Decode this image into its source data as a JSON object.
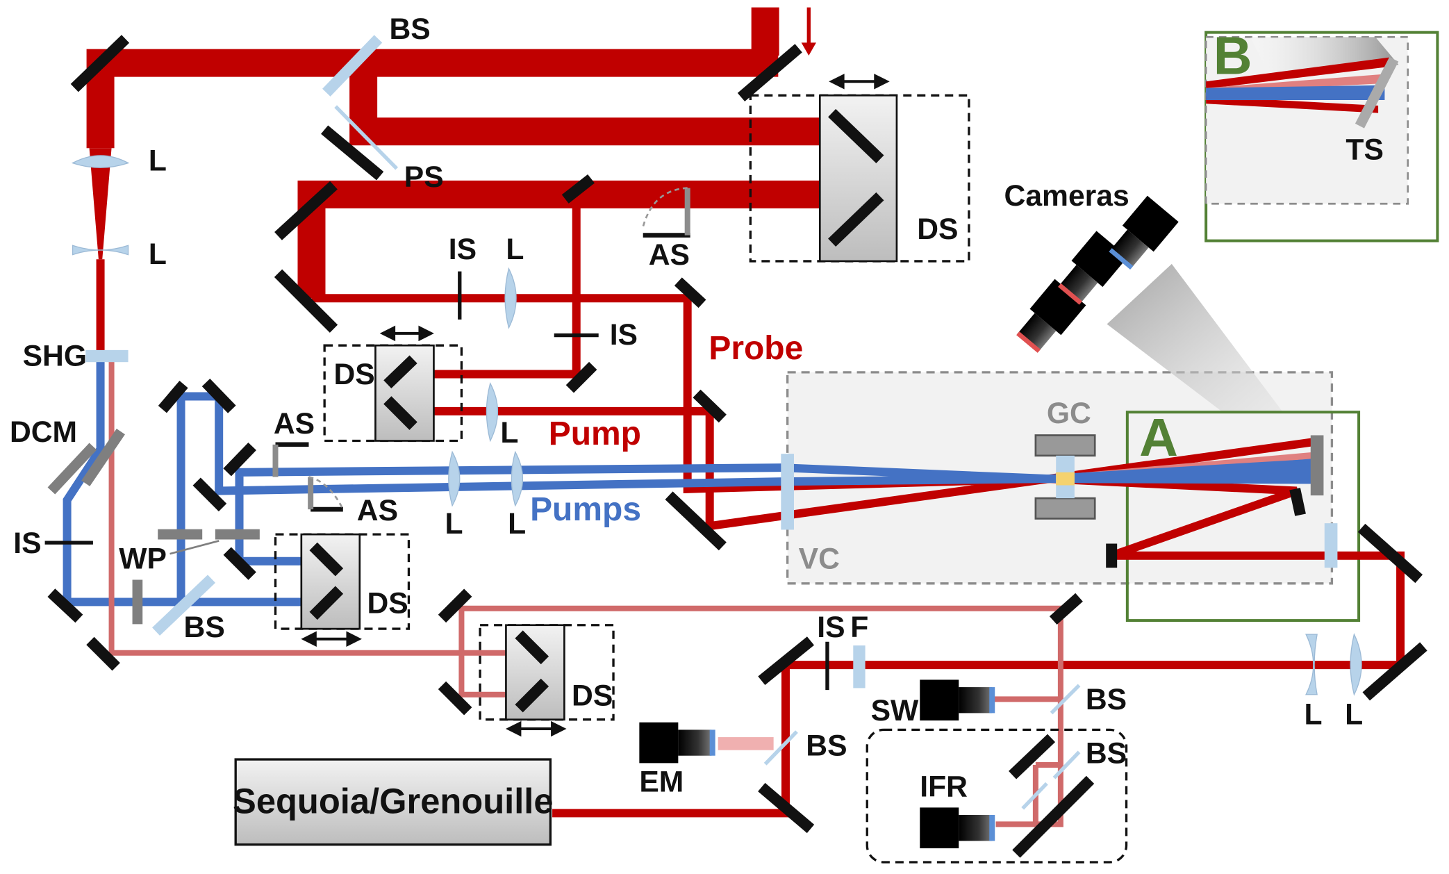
{
  "colors": {
    "main_beam": "#c00000",
    "second_harmonic_beam": "#4472c4",
    "reference_beam": "#d06a6a",
    "mirror": "#111111",
    "optic": "#b7d3ea",
    "inset_frame": "#538135",
    "chamber_outline": "#8c8c8c"
  },
  "labels": {
    "bs": "BS",
    "ps": "PS",
    "l": "L",
    "is": "IS",
    "as": "AS",
    "ds": "DS",
    "shg": "SHG",
    "dcm": "DCM",
    "wp": "WP",
    "f": "F",
    "ts": "TS",
    "gc": "GC",
    "vc": "VC",
    "sw": "SW",
    "em": "EM",
    "ifr": "IFR",
    "probe": "Probe",
    "pump": "Pump",
    "pumps": "Pumps",
    "cameras": "Cameras",
    "inset_a": "A",
    "inset_b": "B",
    "diagnostic_box": "Sequoia/Grenouille"
  }
}
